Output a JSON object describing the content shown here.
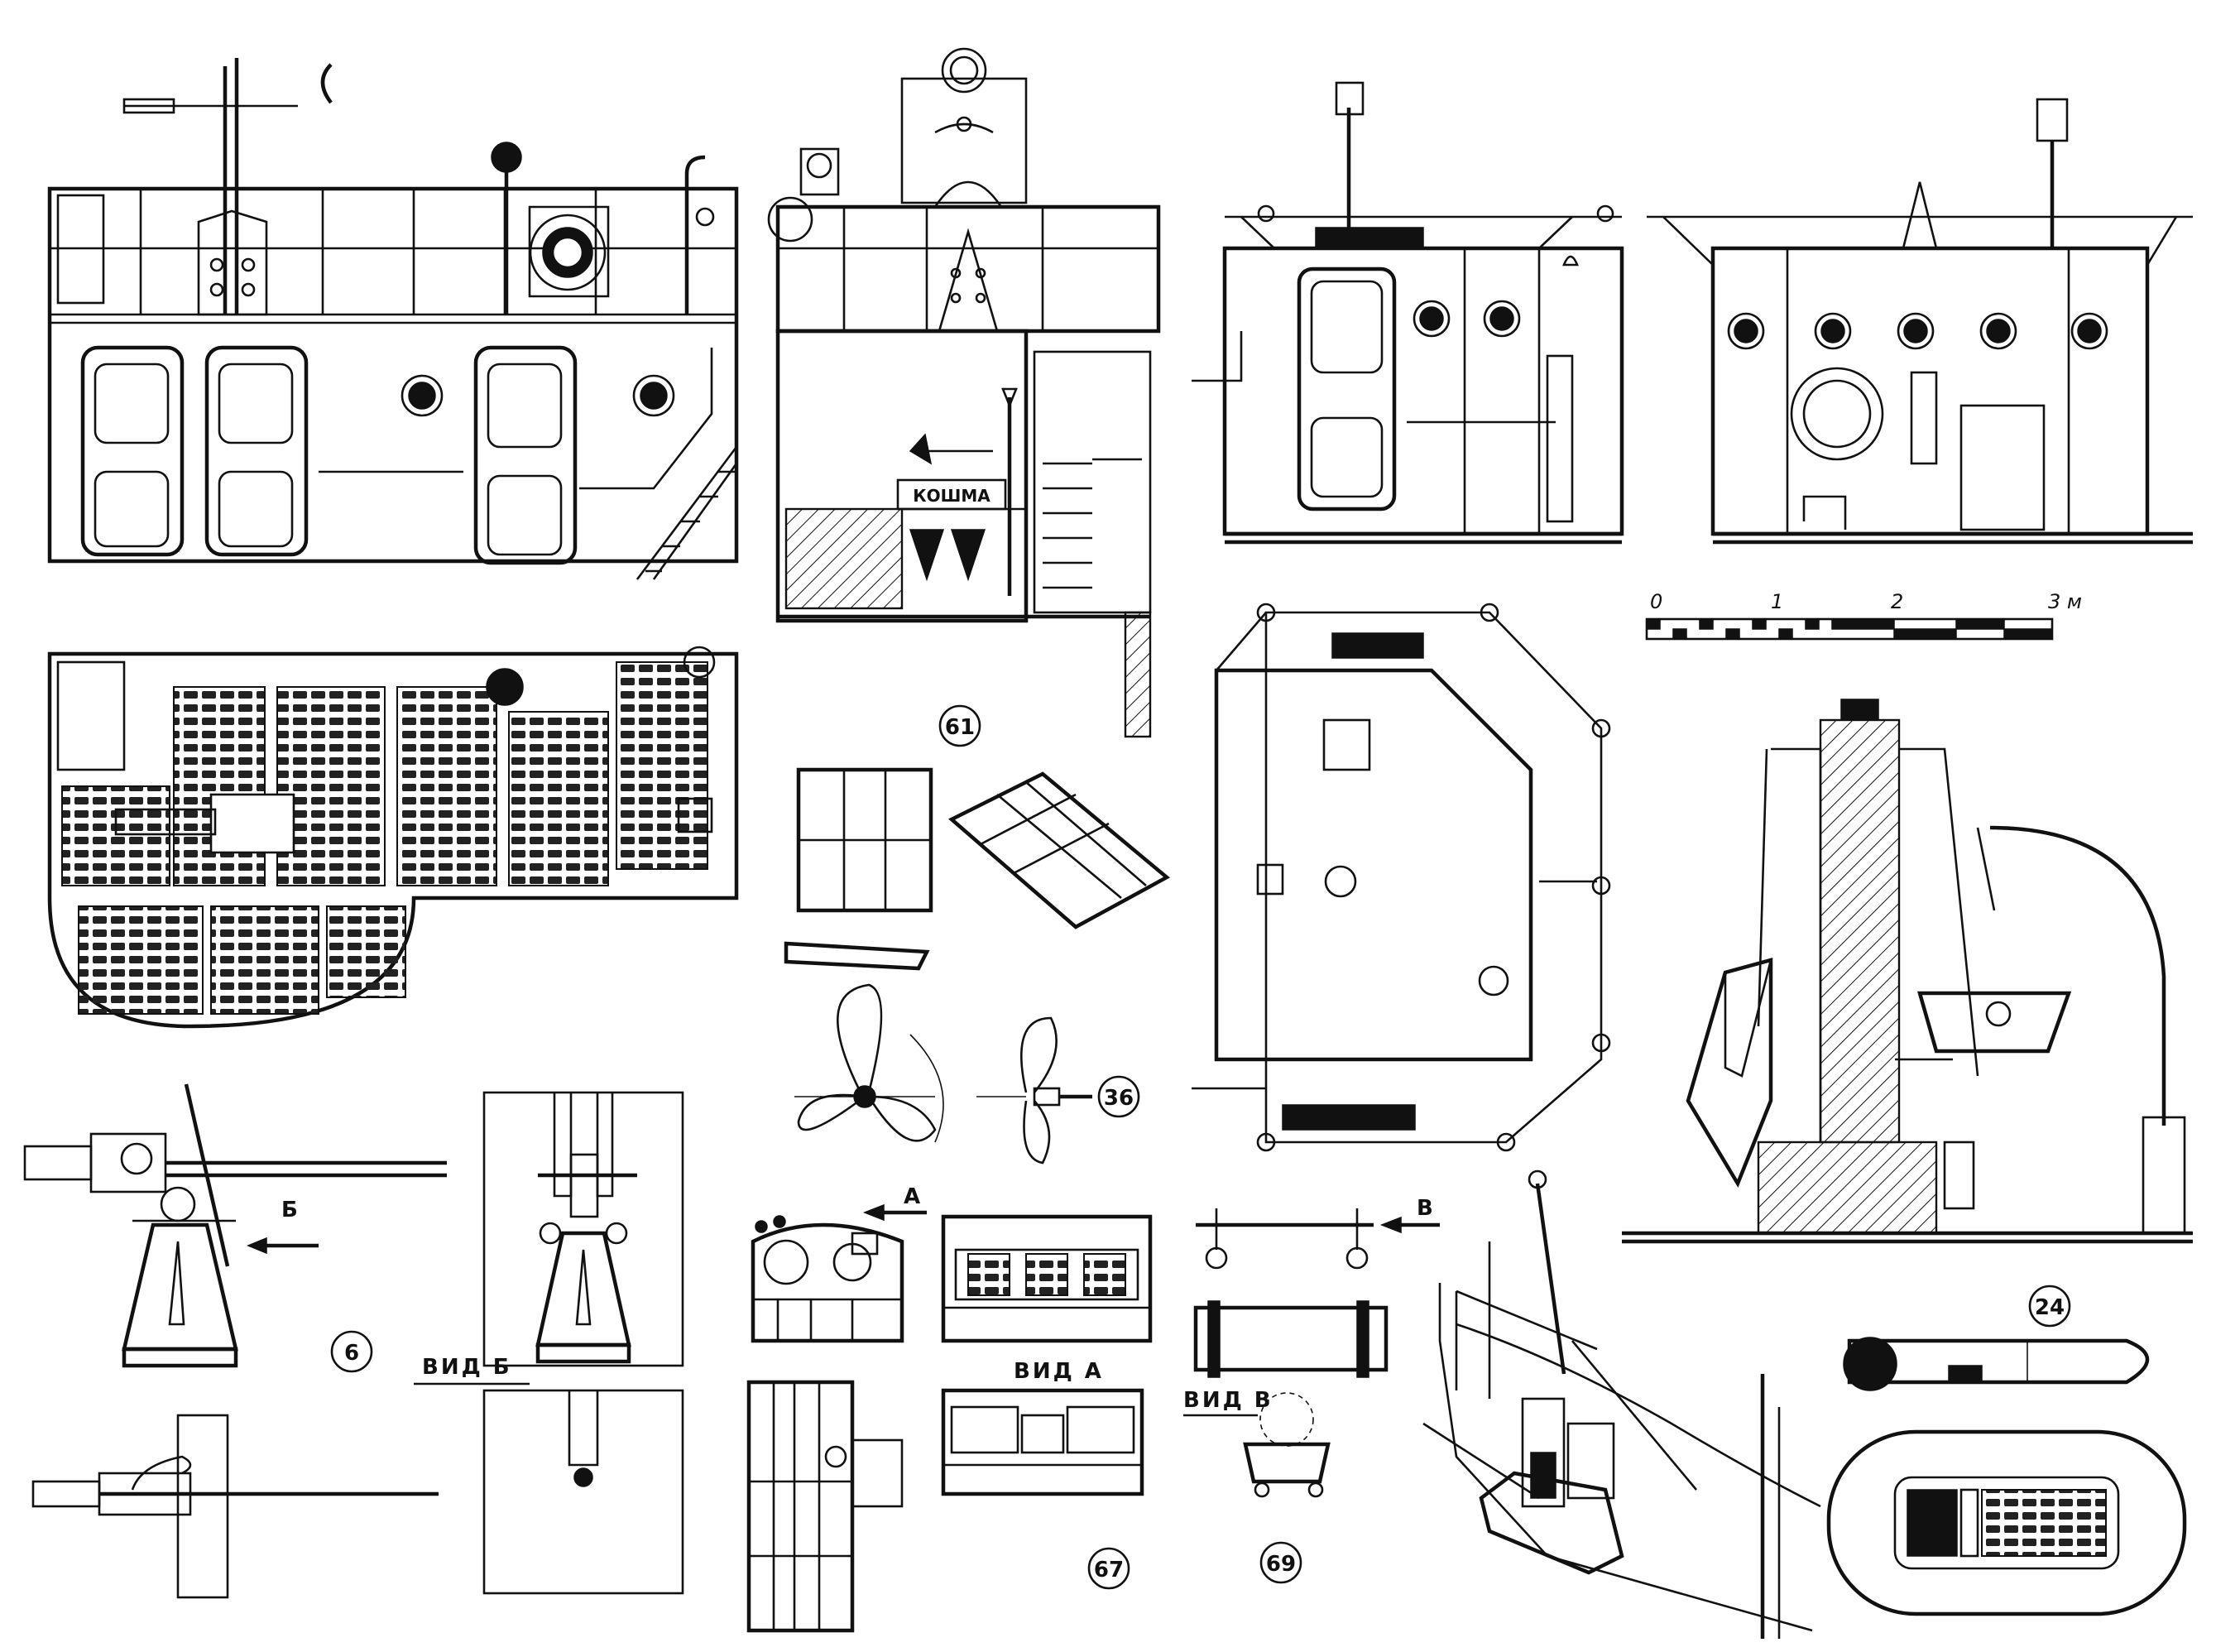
{
  "labels": {
    "koshma": "КОШМА",
    "arrow_b": "Б",
    "arrow_a": "А",
    "arrow_v": "В",
    "view_b": "ВИД Б",
    "view_a": "ВИД А",
    "view_v": "ВИД В"
  },
  "callouts": {
    "c61": "61",
    "c36": "36",
    "c6": "6",
    "c67": "67",
    "c69": "69",
    "c24": "24"
  },
  "scale_bar": {
    "ticks": [
      "0",
      "1",
      "2",
      "3 м"
    ]
  },
  "colors": {
    "ink": "#111111",
    "paper": "#ffffff"
  }
}
